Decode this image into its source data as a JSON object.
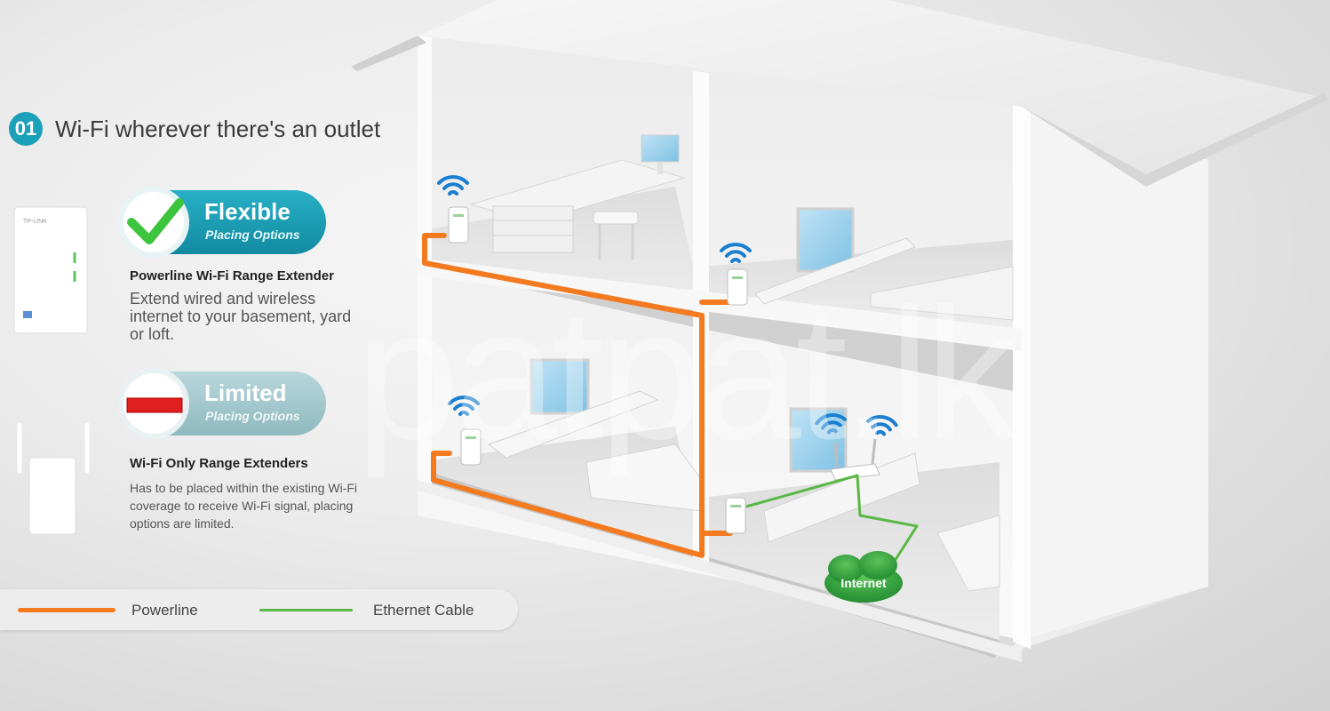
{
  "heading": {
    "number": "01",
    "text": "Wi-Fi wherever there's an outlet"
  },
  "flexible": {
    "badge_title": "Flexible",
    "badge_subtitle": "Placing Options",
    "product_title": "Powerline Wi-Fi Range Extender",
    "description_lines": [
      "Extend wired and wireless",
      "internet to your basement, yard",
      "or loft."
    ],
    "device_brand": "TP-LINK",
    "check_color": "#3cc43c"
  },
  "limited": {
    "badge_title": "Limited",
    "badge_subtitle": "Placing Options",
    "product_title": "Wi-Fi Only Range Extenders",
    "description_lines": [
      "Has to be placed within the existing Wi-Fi",
      "coverage to receive Wi-Fi signal, placing",
      "options are limited."
    ],
    "bar_color": "#e02020"
  },
  "legend": {
    "items": [
      {
        "label": "Powerline",
        "color": "#f47a20"
      },
      {
        "label": "Ethernet Cable",
        "color": "#5ab845"
      }
    ]
  },
  "diagram": {
    "cloud_label": "Internet",
    "watermark": "patpat.lk"
  },
  "colors": {
    "accent": "#1aa0b8",
    "powerline": "#f47a20",
    "ethernet": "#5ab845",
    "wifi": "#1a7fd0"
  }
}
